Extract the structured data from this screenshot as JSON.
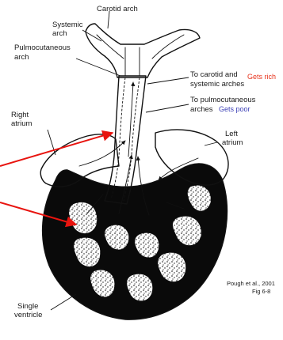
{
  "labels": {
    "carotid_arch": "Carotid arch",
    "systemic_arch_line1": "Systemic",
    "systemic_arch_line2": "arch",
    "pulmocutaneous_arch_line1": "Pulmocutaneous",
    "pulmocutaneous_arch_line2": "arch",
    "to_carotid_line1": "To carotid and",
    "to_carotid_line2": "systemic arches",
    "to_pulmo_line1": "To pulmocutaneous",
    "to_pulmo_line2": "arches",
    "right_atrium_line1": "Right",
    "right_atrium_line2": "atrium",
    "left_atrium_line1": "Left",
    "left_atrium_line2": "atrium",
    "single_ventricle_line1": "Single",
    "single_ventricle_line2": "ventricle"
  },
  "annotations": {
    "gets_rich": "Gets rich",
    "gets_poor": "Gets poor"
  },
  "citation": {
    "line1": "Pough et al., 2001",
    "line2": "Fig 6-8"
  },
  "colors": {
    "rich": "#e8331c",
    "poor": "#3b3fb6",
    "pointer_arrow": "#e8140f",
    "ventricle_fill": "#0a0a0a",
    "ink": "#111111"
  }
}
